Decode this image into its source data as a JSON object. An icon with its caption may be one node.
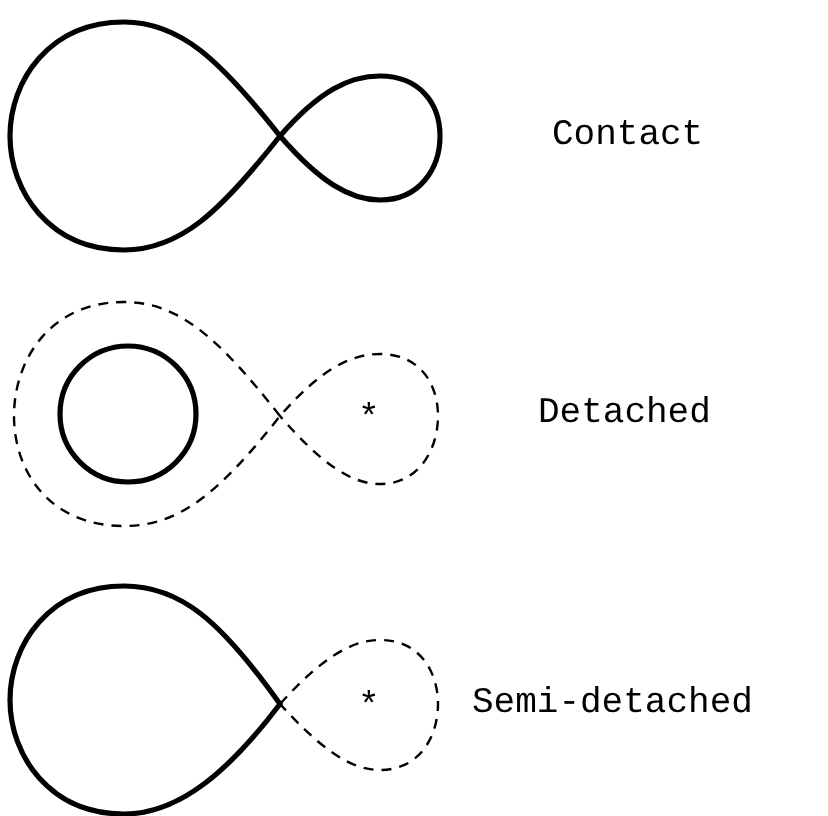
{
  "diagram": {
    "labels": [
      "Contact",
      "*",
      "Detached",
      "*",
      "Semi-detached"
    ]
  }
}
